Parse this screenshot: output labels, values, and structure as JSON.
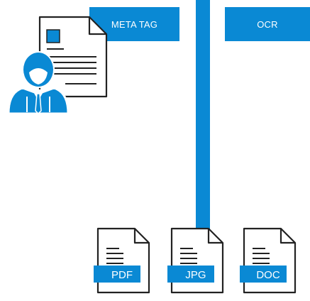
{
  "labels": {
    "meta_tag": "META TAG",
    "ocr": "OCR"
  },
  "files": [
    {
      "name": "pdf-file-icon",
      "tag": "PDF"
    },
    {
      "name": "jpg-file-icon",
      "tag": "JPG"
    },
    {
      "name": "doc-file-icon",
      "tag": "DOC"
    }
  ],
  "icons": {
    "user": "businessman-icon",
    "document": "document-icon",
    "file": "file-icon"
  },
  "colors": {
    "accent": "#0a89d4",
    "icon_stroke": "#222222",
    "background": "#ffffff"
  }
}
